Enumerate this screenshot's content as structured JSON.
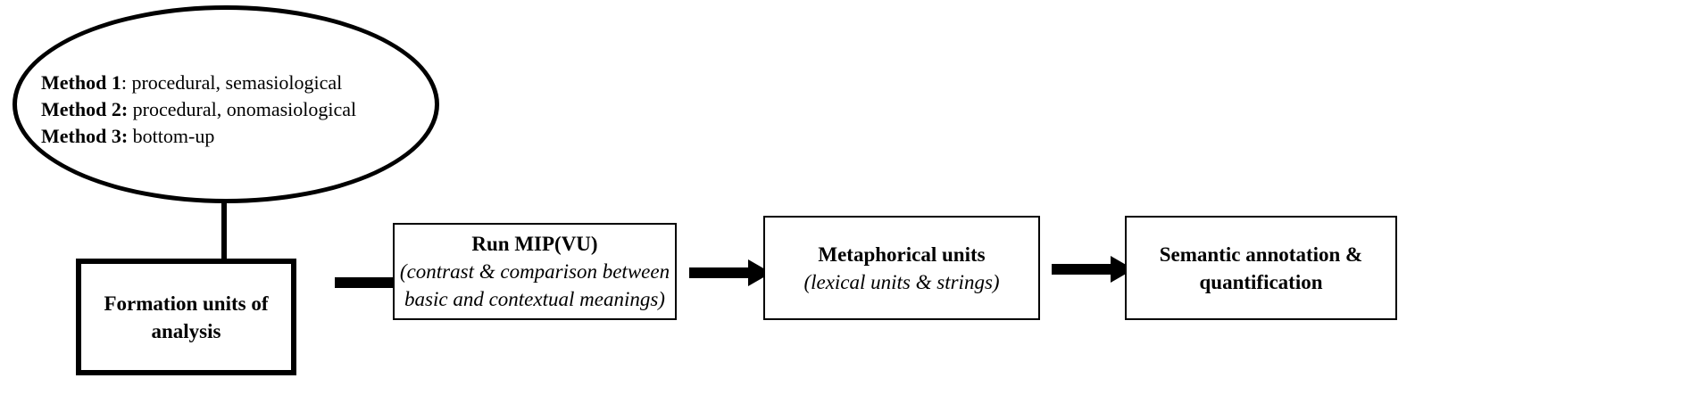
{
  "methods": [
    {
      "label": "Method 1",
      "sep": ":",
      "text": " procedural, semasiological"
    },
    {
      "label": "Method 2:",
      "sep": "",
      "text": " procedural, onomasiological"
    },
    {
      "label": "Method 3:",
      "sep": "",
      "text": " bottom-up"
    }
  ],
  "steps": [
    {
      "title_line1": "Formation units of",
      "title_line2": "analysis"
    },
    {
      "title": "Run MIP(VU)",
      "sub_line1": "(contrast & comparison between",
      "sub_line2": "basic and contextual meanings)"
    },
    {
      "title": "Metaphorical units",
      "sub": "(lexical units & strings)"
    },
    {
      "title_line1": "Semantic annotation &",
      "title_line2": "quantification"
    }
  ]
}
